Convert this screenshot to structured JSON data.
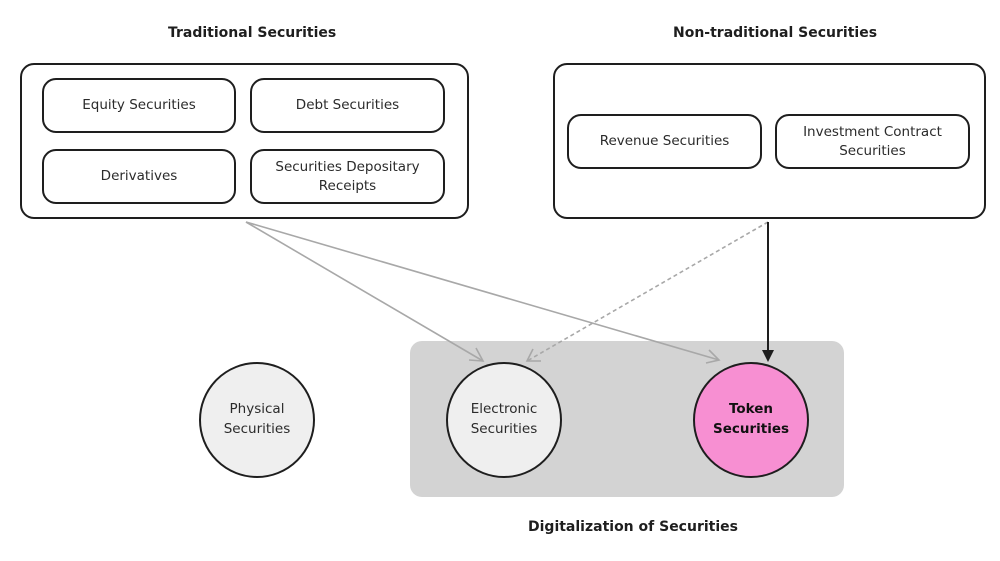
{
  "traditional": {
    "title": "Traditional Securities",
    "items": [
      "Equity Securities",
      "Debt Securities",
      "Derivatives",
      "Securities Depositary Receipts"
    ]
  },
  "non_traditional": {
    "title": "Non-traditional Securities",
    "items": [
      "Revenue Securities",
      "Investment Contract Securities"
    ]
  },
  "forms": {
    "physical": "Physical Securities",
    "electronic": "Electronic Securities",
    "token": "Token Securities"
  },
  "digitalization_title": "Digitalization of Securities",
  "colors": {
    "token_fill": "#f78fd2",
    "grey_circle_fill": "#efefef",
    "digital_area": "#d3d3d3",
    "light_arrow": "#a8a8a8",
    "dark_arrow": "#1e1e1e"
  }
}
